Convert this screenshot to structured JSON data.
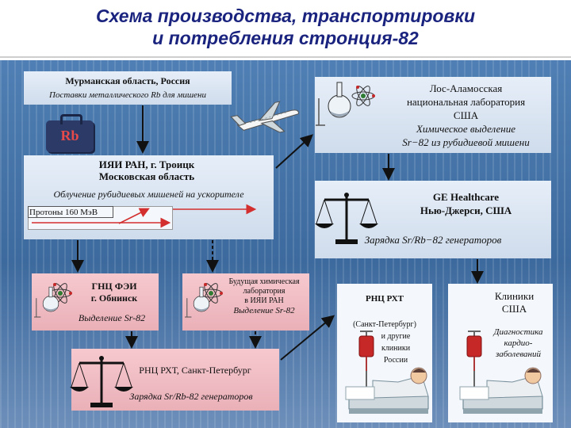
{
  "title": {
    "line1": "Схема производства, транспортировки",
    "line2": "и потребления стронция-82"
  },
  "murmansk": {
    "name": "Мурманская область, Россия",
    "role": "Поставки металлического Rb для мишени",
    "case_label": "Rb"
  },
  "los_alamos": {
    "line1": "Лос-Аламосская",
    "line2": "национальная лаборатория",
    "line3": "США",
    "line4": "Химическое выделение",
    "line5": "Sr−82 из рубидиевой мишени"
  },
  "iyai": {
    "line1": "ИЯИ РАН, г. Троицк",
    "line2": "Московская область",
    "line3": "Облучение рубидиевых мишеней на ускорителе",
    "beam_label": "Протоны 160 МэВ"
  },
  "ge": {
    "line1": "GE Healthcare",
    "line2": "Нью-Джерси, США",
    "line3": "Зарядка Sr/Rb−82 генераторов"
  },
  "obninsk": {
    "line1": "ГНЦ ФЭИ",
    "line2": "г. Обнинск",
    "line3": "Выделение Sr-82"
  },
  "future_lab": {
    "line1": "Будущая химическая",
    "line2": "лаборатория",
    "line3": "в ИЯИ РАН",
    "line4": "Выделение Sr-82"
  },
  "rnc_box": {
    "line1": "РНЦ РХТ, Санкт-Петербург",
    "line2": "Зарядка Sr/Rb-82 генераторов"
  },
  "rnc_clinics": {
    "line1": "РНЦ РХТ",
    "line2": "(Санкт-Петербург)",
    "line3": "и другие",
    "line4": "клиники",
    "line5": "России"
  },
  "usa_clinics": {
    "line1": "Клиники",
    "line2": "США",
    "line3": "Диагностика",
    "line4": "кардио-",
    "line5": "заболеваний"
  },
  "icons": [
    "atom-icon",
    "flask-icon",
    "scales-icon",
    "airplane-icon",
    "suitcase-icon",
    "iv-drip-icon",
    "patient-icon"
  ],
  "colors": {
    "title": "#1a237e",
    "background": "#4f7fb4",
    "beam": "#d32f2f",
    "suitcase": "#2b3a67"
  }
}
